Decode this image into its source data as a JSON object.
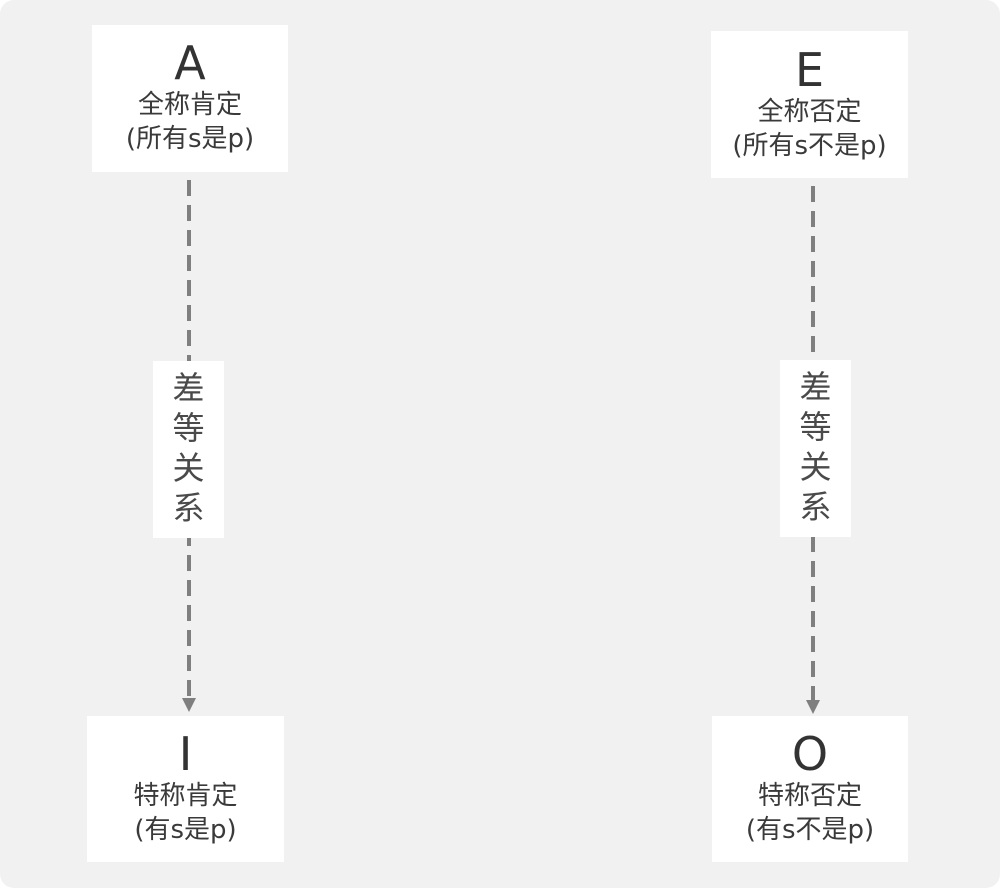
{
  "diagram": {
    "nodes": {
      "a": {
        "letter": "A",
        "title": "全称肯定",
        "subtitle": "(所有s是p)"
      },
      "e": {
        "letter": "E",
        "title": "全称否定",
        "subtitle": "(所有s不是p)"
      },
      "i": {
        "letter": "I",
        "title": "特称肯定",
        "subtitle": "(有s是p)"
      },
      "o": {
        "letter": "O",
        "title": "特称否定",
        "subtitle": "(有s不是p)"
      }
    },
    "relations": {
      "left": {
        "chars": [
          "差",
          "等",
          "关",
          "系"
        ]
      },
      "right": {
        "chars": [
          "差",
          "等",
          "关",
          "系"
        ]
      }
    },
    "colors": {
      "background": "#f1f1f1",
      "box": "#ffffff",
      "arrow": "#7f7f7f",
      "text": "#3a3a3a"
    }
  }
}
